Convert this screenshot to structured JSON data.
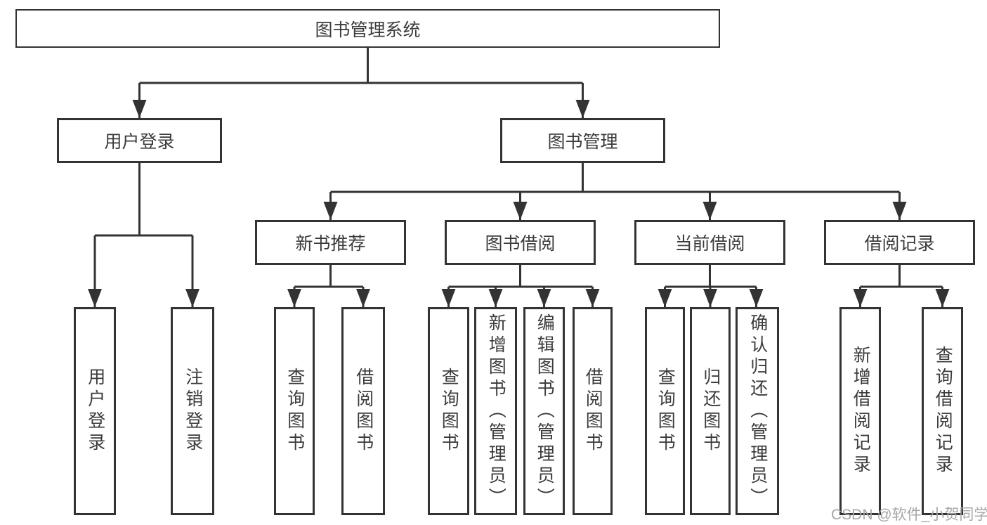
{
  "root": {
    "label": "图书管理系统",
    "children": [
      {
        "label": "用户登录",
        "children": [
          {
            "label": "用户登录"
          },
          {
            "label": "注销登录"
          }
        ]
      },
      {
        "label": "图书管理",
        "children": [
          {
            "label": "新书推荐",
            "children": [
              {
                "label": "查询图书"
              },
              {
                "label": "借阅图书"
              }
            ]
          },
          {
            "label": "图书借阅",
            "children": [
              {
                "label": "查询图书"
              },
              {
                "label": "新增图书（管理员）"
              },
              {
                "label": "编辑图书（管理员）"
              },
              {
                "label": "借阅图书"
              }
            ]
          },
          {
            "label": "当前借阅",
            "children": [
              {
                "label": "查询图书"
              },
              {
                "label": "归还图书"
              },
              {
                "label": "确认归还（管理员）"
              }
            ]
          },
          {
            "label": "借阅记录",
            "children": [
              {
                "label": "新增借阅记录"
              },
              {
                "label": "查询借阅记录"
              }
            ]
          }
        ]
      }
    ]
  },
  "watermark": {
    "text": "CSDN @软件_小贺同学"
  },
  "colors": {
    "line": "#333333",
    "box_border": "#333333",
    "text": "#3b3b3b",
    "watermark": "#a6a6a6",
    "background": "#ffffff"
  }
}
